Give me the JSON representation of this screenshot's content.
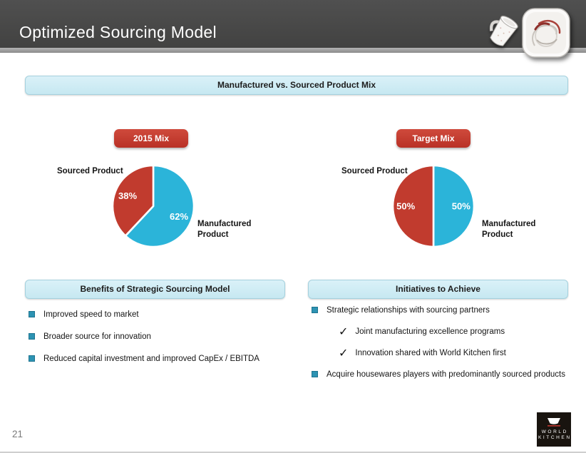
{
  "header": {
    "title": "Optimized Sourcing Model"
  },
  "banner": {
    "title": "Manufactured vs. Sourced Product Mix"
  },
  "chart_data": [
    {
      "type": "pie",
      "title": "2015 Mix",
      "labels": [
        "Manufactured Product",
        "Sourced Product"
      ],
      "values": [
        62,
        38
      ],
      "value_labels": [
        "62%",
        "38%"
      ],
      "colors": [
        "#2BB4D9",
        "#C13B2E"
      ],
      "start_angle_deg": 0,
      "direction": "clockwise",
      "slice_border": "#FFFFFF"
    },
    {
      "type": "pie",
      "title": "Target Mix",
      "labels": [
        "Manufactured Product",
        "Sourced Product"
      ],
      "values": [
        50,
        50
      ],
      "value_labels": [
        "50%",
        "50%"
      ],
      "colors": [
        "#2BB4D9",
        "#C13B2E"
      ],
      "start_angle_deg": 0,
      "direction": "clockwise",
      "slice_border": "#FFFFFF"
    }
  ],
  "sections": {
    "left": {
      "title": "Benefits of Strategic Sourcing Model",
      "items": [
        {
          "marker": "square",
          "level": 1,
          "text": "Improved speed to market"
        },
        {
          "marker": "square",
          "level": 1,
          "text": "Broader source for innovation"
        },
        {
          "marker": "square",
          "level": 1,
          "text": "Reduced capital investment and improved CapEx / EBITDA"
        }
      ]
    },
    "right": {
      "title": "Initiatives to Achieve",
      "items": [
        {
          "marker": "square",
          "level": 1,
          "text": "Strategic relationships with sourcing partners"
        },
        {
          "marker": "check",
          "level": 2,
          "text": "Joint manufacturing excellence programs"
        },
        {
          "marker": "check",
          "level": 2,
          "text": "Innovation shared with World Kitchen first"
        },
        {
          "marker": "square",
          "level": 1,
          "text": "Acquire housewares players with predominantly sourced products"
        }
      ]
    }
  },
  "footer": {
    "page_number": "21",
    "logo": {
      "line1": "WORLD",
      "line2": "KITCHEN"
    }
  },
  "icons": {
    "check_glyph": "✓",
    "header_right": [
      "mug-icon",
      "plate-icon"
    ],
    "logo_icon": "bowl-icon"
  },
  "colors": {
    "header_gray": "#474747",
    "accent_red": "#C0392B",
    "pie_blue": "#2BB4D9",
    "pie_red": "#C13B2E",
    "banner_blue": "#CBEAF3",
    "bullet_teal": "#2D93B3",
    "logo_black": "#19140F"
  }
}
